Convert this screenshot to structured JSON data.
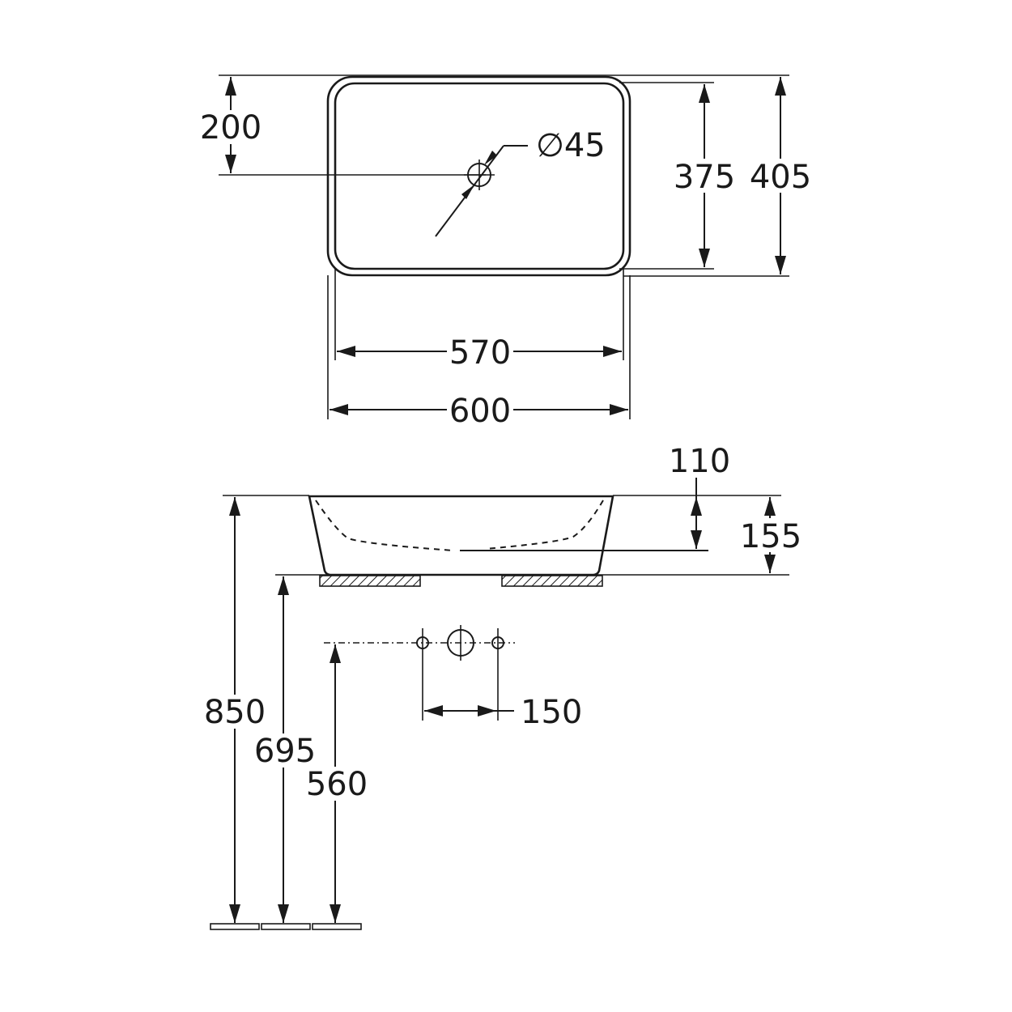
{
  "top_view": {
    "dim_outer_width": "600",
    "dim_inner_width": "570",
    "dim_outer_depth": "405",
    "dim_inner_depth": "375",
    "dim_drain_offset": "200",
    "dim_drain_diameter": "∅45"
  },
  "side_view": {
    "dim_bowl_depth": "110",
    "dim_total_height": "155",
    "dim_floor_to_rim": "850",
    "dim_floor_to_counter": "695",
    "dim_floor_to_tap_holes": "560",
    "dim_tap_hole_spacing": "150"
  },
  "colors": {
    "line": "#1a1a1a",
    "background": "#ffffff"
  }
}
